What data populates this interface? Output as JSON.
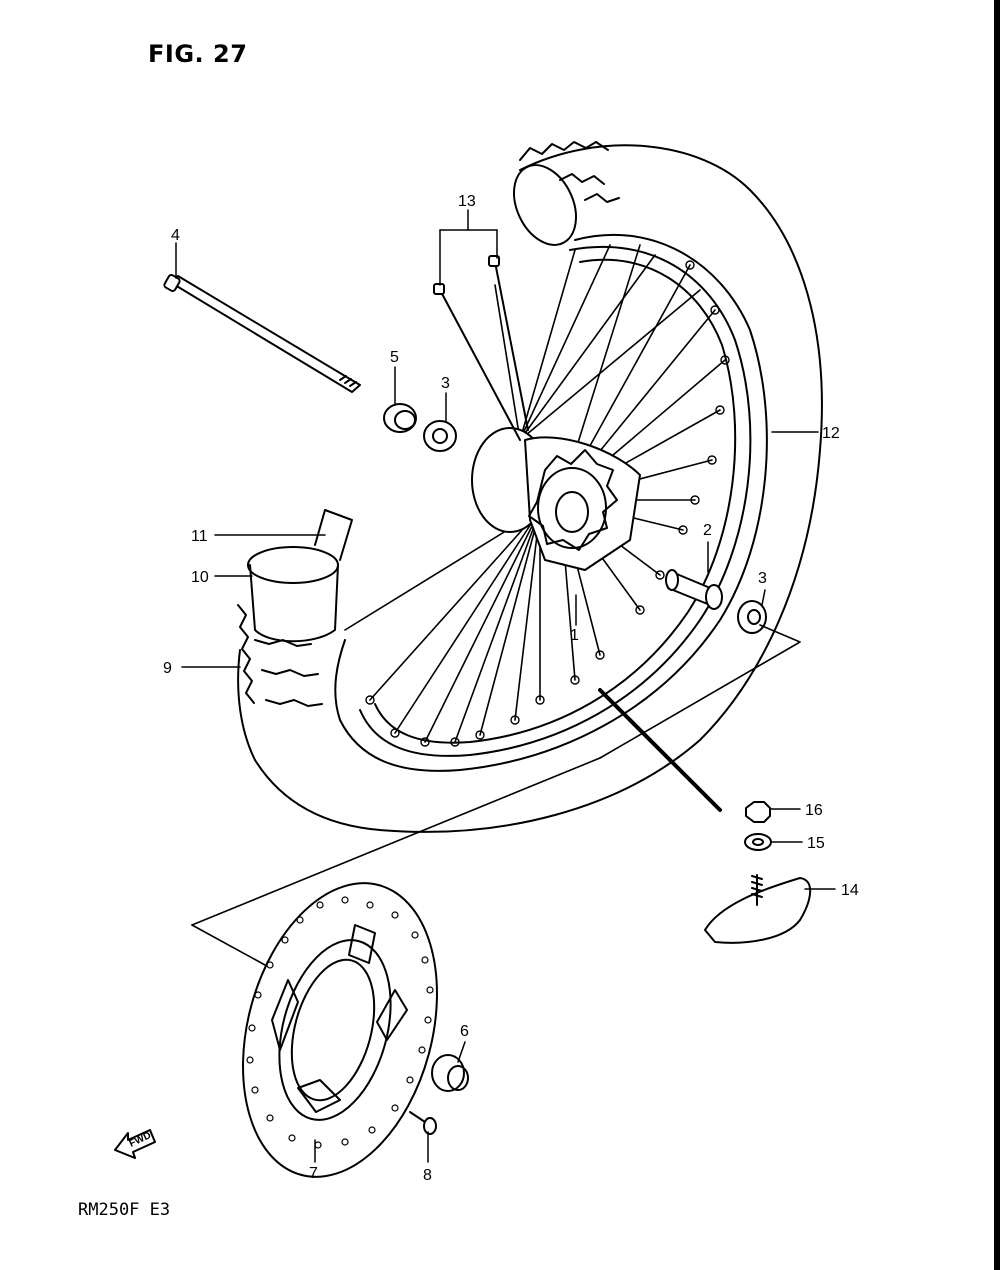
{
  "figure": {
    "title": "FIG. 27",
    "model_code": "RM250F E3",
    "fwd_label": "FWD"
  },
  "parts": [
    {
      "key": "p1",
      "number": "1",
      "part": "hub"
    },
    {
      "key": "p2",
      "number": "2",
      "part": "spacer"
    },
    {
      "key": "p3a",
      "number": "3",
      "part": "bearing"
    },
    {
      "key": "p3b",
      "number": "3",
      "part": "bearing"
    },
    {
      "key": "p4",
      "number": "4",
      "part": "axle"
    },
    {
      "key": "p5",
      "number": "5",
      "part": "collar"
    },
    {
      "key": "p6",
      "number": "6",
      "part": "collar"
    },
    {
      "key": "p7",
      "number": "7",
      "part": "brake disc"
    },
    {
      "key": "p8",
      "number": "8",
      "part": "bolt"
    },
    {
      "key": "p9",
      "number": "9",
      "part": "tire"
    },
    {
      "key": "p10",
      "number": "10",
      "part": "tube"
    },
    {
      "key": "p11",
      "number": "11",
      "part": "rim band"
    },
    {
      "key": "p12",
      "number": "12",
      "part": "rim"
    },
    {
      "key": "p13",
      "number": "13",
      "part": "spoke set"
    },
    {
      "key": "p14",
      "number": "14",
      "part": "tire stopper"
    },
    {
      "key": "p15",
      "number": "15",
      "part": "washer"
    },
    {
      "key": "p16",
      "number": "16",
      "part": "nut"
    }
  ]
}
